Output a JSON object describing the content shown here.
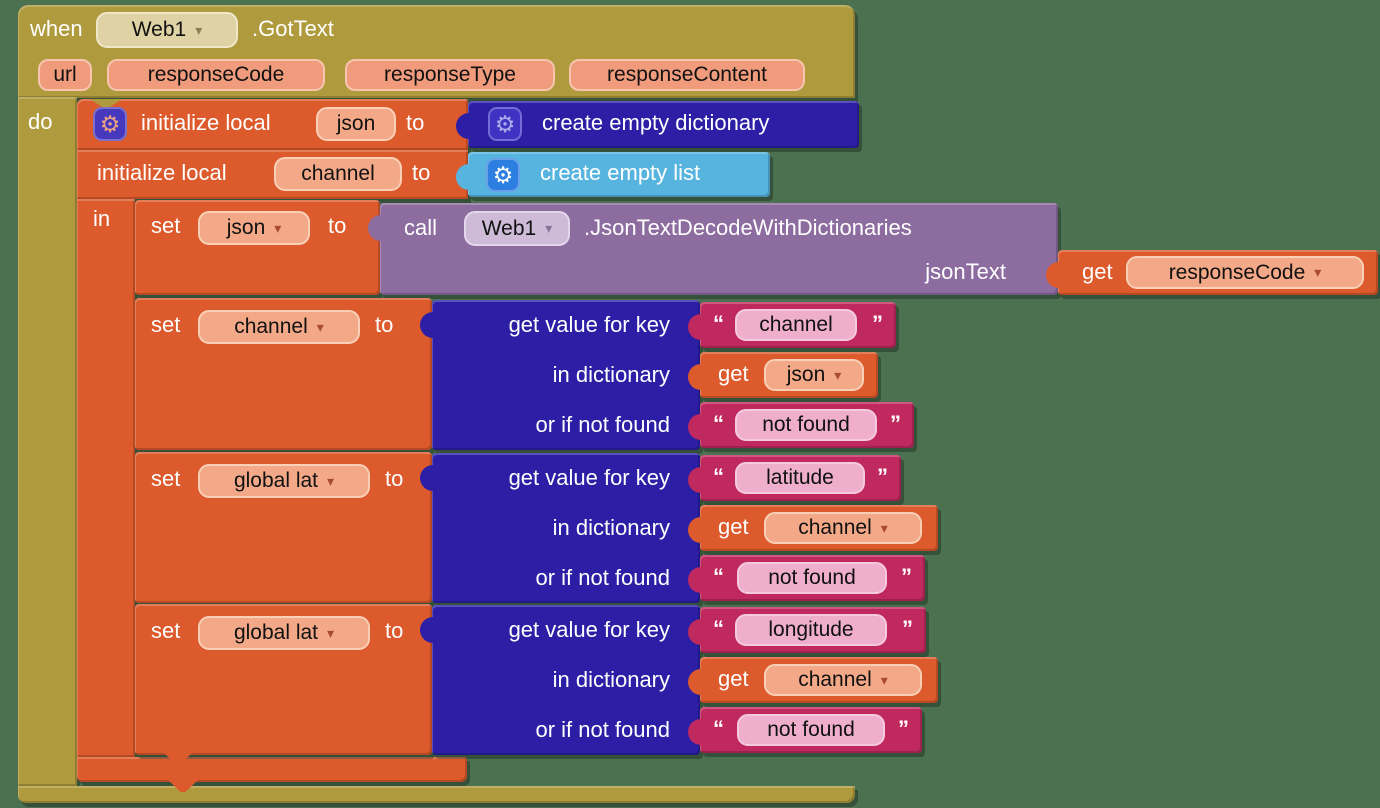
{
  "colors": {
    "background": "#4B7150",
    "event_gold": "#AF9A3D",
    "variable_orange": "#DC5A2C",
    "dictionary_blue": "#2C1FA6",
    "list_blue": "#57B4DF",
    "procedure_purple": "#8D6CA0",
    "text_magenta": "#C0295E",
    "field_peach": "#F3A988",
    "field_pink": "#EFAFCC",
    "field_beige": "#DFD3A5",
    "field_lavender": "#CDBBD8"
  },
  "icons": {
    "gear": "⚙",
    "dropdown": "▾",
    "quote_open": "“",
    "quote_close": "”"
  },
  "event": {
    "when_label": "when",
    "component": "Web1",
    "event_name": ".GotText",
    "params": [
      "url",
      "responseCode",
      "responseType",
      "responseContent"
    ],
    "do_label": "do"
  },
  "init": {
    "row1_label": "initialize local",
    "row1_name": "json",
    "row1_to": "to",
    "row1_value": "create empty dictionary",
    "row2_label": "initialize local",
    "row2_name": "channel",
    "row2_to": "to",
    "row2_value": "create empty list",
    "in_label": "in"
  },
  "statements": [
    {
      "set_label": "set",
      "var_name": "json",
      "to_label": "to",
      "call": {
        "call_label": "call",
        "component": "Web1",
        "method": ".JsonTextDecodeWithDictionaries",
        "param_label": "jsonText",
        "arg": {
          "get_label": "get",
          "var_name": "responseCode"
        }
      }
    },
    {
      "set_label": "set",
      "var_name": "channel",
      "to_label": "to",
      "dict": {
        "rows": [
          {
            "label": "get value for key",
            "arg_type": "string",
            "text": "channel"
          },
          {
            "label": "in dictionary",
            "arg_type": "get",
            "var_name": "json"
          },
          {
            "label": "or if not found",
            "arg_type": "string",
            "text": "not found"
          }
        ]
      }
    },
    {
      "set_label": "set",
      "var_name": "global lat",
      "to_label": "to",
      "dict": {
        "rows": [
          {
            "label": "get value for key",
            "arg_type": "string",
            "text": "latitude"
          },
          {
            "label": "in dictionary",
            "arg_type": "get",
            "var_name": "channel"
          },
          {
            "label": "or if not found",
            "arg_type": "string",
            "text": "not found"
          }
        ]
      }
    },
    {
      "set_label": "set",
      "var_name": "global lat",
      "to_label": "to",
      "dict": {
        "rows": [
          {
            "label": "get value for key",
            "arg_type": "string",
            "text": "longitude"
          },
          {
            "label": "in dictionary",
            "arg_type": "get",
            "var_name": "channel"
          },
          {
            "label": "or if not found",
            "arg_type": "string",
            "text": "not found"
          }
        ]
      }
    }
  ]
}
